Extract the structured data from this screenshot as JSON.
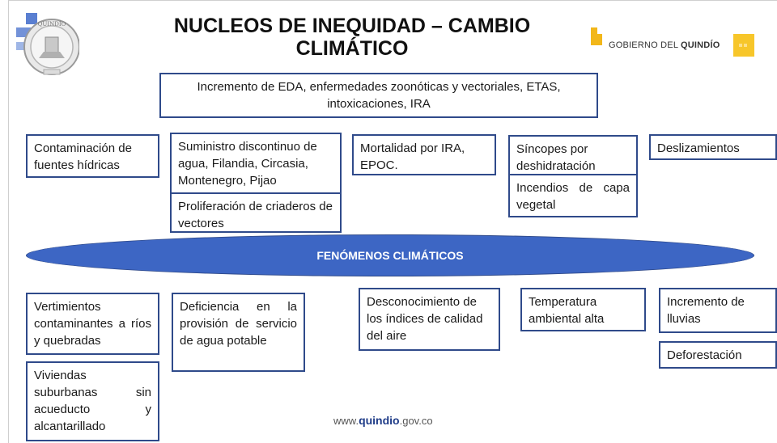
{
  "title": "NUCLEOS DE INEQUIDAD – CAMBIO CLIMÁTICO",
  "header_box": "Incremento de EDA, enfermedades zoonóticas y vectoriales, ETAS, intoxicaciones, IRA",
  "effects": [
    "Contaminación de fuentes hídricas",
    "Suministro discontinuo de agua, Filandia, Circasia, Montenegro, Pijao",
    "Proliferación de criaderos de vectores",
    "Mortalidad por IRA, EPOC.",
    "Síncopes por deshidratación",
    "Incendios de capa vegetal",
    "Deslizamientos"
  ],
  "ellipse_label": "FENÓMENOS CLIMÁTICOS",
  "causes": [
    "Vertimientos contaminantes a ríos y quebradas",
    "Viviendas suburbanas sin acueducto y alcantarillado",
    "Deficiencia en la provisión de servicio de agua potable",
    "Desconocimiento de los índices de calidad del aire",
    "Temperatura ambiental alta",
    "Incremento de lluvias",
    "Deforestación"
  ],
  "brand": {
    "prefix": "GOBIERNO DEL ",
    "bold": "QUINDÍO"
  },
  "seal_text": "QUINDÍO",
  "footer": {
    "prefix": "www.",
    "bold": "quindio",
    "suffix": ".gov.co"
  },
  "colors": {
    "border": "#2f4a8a",
    "ellipse": "#3d66c4",
    "brand": "#f2b71a"
  }
}
